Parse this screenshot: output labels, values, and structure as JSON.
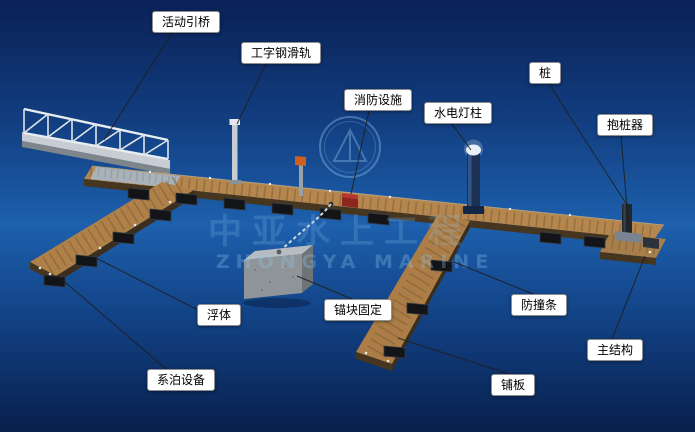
{
  "watermark": {
    "cn": "中亚水上工程",
    "en": "ZHONGYA MARINE"
  },
  "colors": {
    "background_top": "#0a2156",
    "background_mid": "#1d60ad",
    "background_bottom": "#081f4c",
    "deck": "#b5864e",
    "label_background": "#ffffff",
    "float_black": "#121418"
  },
  "labels": [
    {
      "id": "gangway",
      "text": "活动引桥"
    },
    {
      "id": "ibeam-rail",
      "text": "工字钢滑轨"
    },
    {
      "id": "fire-facility",
      "text": "消防设施"
    },
    {
      "id": "lamp-post",
      "text": "水电灯柱"
    },
    {
      "id": "pile",
      "text": "桩"
    },
    {
      "id": "pile-guide",
      "text": "抱桩器"
    },
    {
      "id": "float-body",
      "text": "浮体"
    },
    {
      "id": "anchor-block",
      "text": "锚块固定"
    },
    {
      "id": "fender-strip",
      "text": "防撞条"
    },
    {
      "id": "main-structure",
      "text": "主结构"
    },
    {
      "id": "mooring-equip",
      "text": "系泊设备"
    },
    {
      "id": "deck-plank",
      "text": "铺板"
    }
  ]
}
